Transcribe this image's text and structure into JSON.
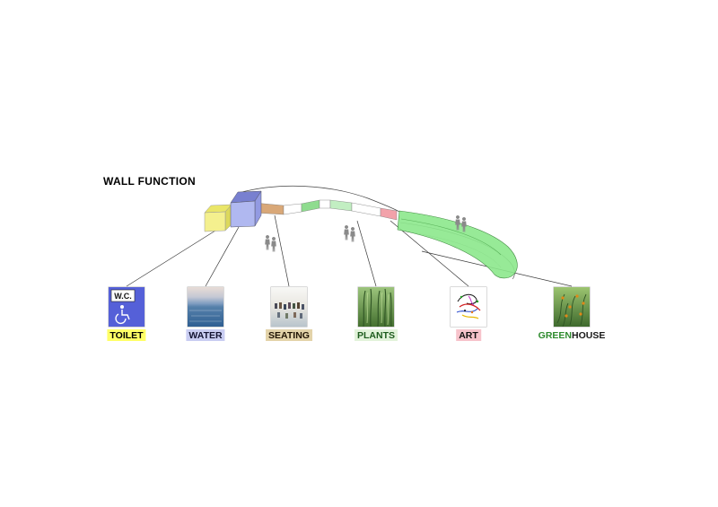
{
  "title": "WALL FUNCTION",
  "diagram": {
    "wall_segments": [
      {
        "name": "toilet-cube",
        "color": "#f4f08e"
      },
      {
        "name": "water-cube",
        "color": "#b0b8f0"
      },
      {
        "name": "seating-segment",
        "color": "#d9a878"
      },
      {
        "name": "plants-segment-dark",
        "color": "#8fdc8f"
      },
      {
        "name": "plants-segment-light",
        "color": "#c2eec2"
      },
      {
        "name": "art-segment",
        "color": "#f2a2aa"
      },
      {
        "name": "greenhouse-ribbon",
        "color": "#8ce88c"
      }
    ]
  },
  "functions": [
    {
      "id": "toilet",
      "label": "TOILET",
      "label_bg": "#ffff66",
      "label_color": "#000000",
      "image": "wc-accessibility-sign",
      "sign_text": "W.C."
    },
    {
      "id": "water",
      "label": "WATER",
      "label_bg": "#c9cdf2",
      "label_color": "#141433",
      "image": "sea-photo"
    },
    {
      "id": "seating",
      "label": "SEATING",
      "label_bg": "#e3d3a9",
      "label_color": "#221505",
      "image": "crowd-photo"
    },
    {
      "id": "plants",
      "label": "PLANTS",
      "label_bg": "#e2f3da",
      "label_color": "#1e5c1e",
      "image": "plants-photo"
    },
    {
      "id": "art",
      "label": "ART",
      "label_bg": "#f7c3cb",
      "label_color": "#111111",
      "image": "paint-splash-graphic"
    },
    {
      "id": "greenhouse",
      "label_parts": [
        {
          "text": "GREEN",
          "color": "#2e8b2e"
        },
        {
          "text": "HOUSE",
          "color": "#1a1a1a"
        }
      ],
      "label_bg": "#ffffff",
      "image": "greenhouse-photo"
    }
  ]
}
